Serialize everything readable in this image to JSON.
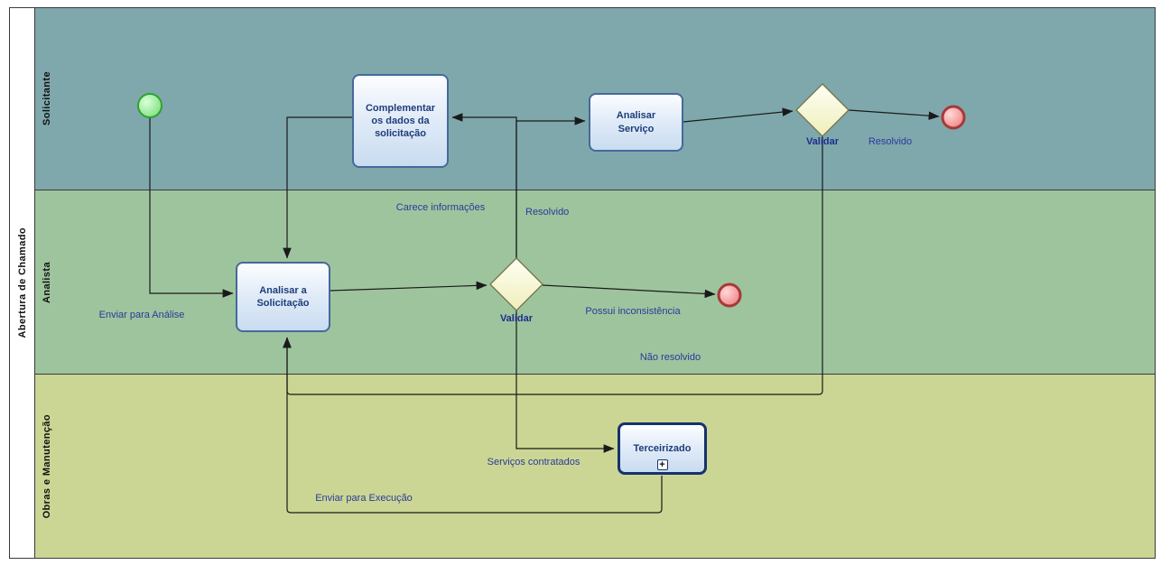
{
  "pool": {
    "label": "Abertura de Chamado"
  },
  "lanes": [
    {
      "label": "Solicitante"
    },
    {
      "label": "Analista"
    },
    {
      "label": "Obras e Manutenção"
    }
  ],
  "tasks": {
    "complementar": {
      "label": "Complementar os dados da solicitação"
    },
    "analisar_servico": {
      "label": "Analisar Serviço"
    },
    "analisar_solicitacao": {
      "label": "Analisar a Solicitação"
    },
    "terceirizado": {
      "label": "Terceirizado",
      "subprocess_marker": "+"
    }
  },
  "gateways": {
    "validar_solicitante": {
      "label": "Validar"
    },
    "validar_analista": {
      "label": "Validar"
    }
  },
  "flow_labels": {
    "enviar_para_analise": "Enviar para Análise",
    "carece_informacoes": "Carece informações",
    "resolvido_analista": "Resolvido",
    "possui_inconsistencia": "Possui inconsistência",
    "nao_resolvido": "Não resolvido",
    "resolvido_solicitante": "Resolvido",
    "servicos_contratados": "Serviços contratados",
    "enviar_para_execucao": "Enviar para Execução"
  },
  "colors": {
    "lane_solicitante": "#7FA8AD",
    "lane_analista": "#9EC49D",
    "lane_obras_manutencao": "#CBD694",
    "task_fill_top": "#FCFDFF",
    "task_fill_bottom": "#C9DCF0",
    "task_border": "#45699C",
    "subprocess_border": "#16326E",
    "gateway_fill": "#FDFDDE",
    "gateway_border": "#73734A",
    "start_event_fill": "#8CE68C",
    "start_event_border": "#2FA12F",
    "end_event_fill": "#F58E8E",
    "end_event_border": "#A43A3A",
    "flow_label_text": "#2B3A9C",
    "task_text": "#1D3D7A"
  }
}
